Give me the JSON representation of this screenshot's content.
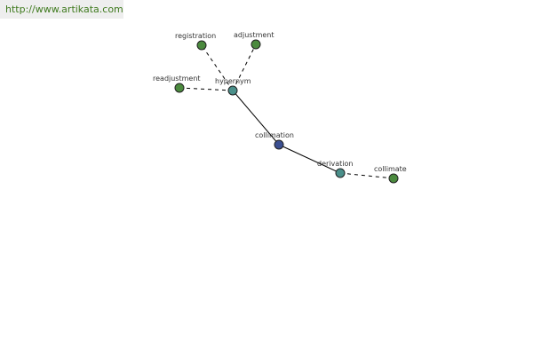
{
  "watermark": {
    "text": "http://www.artikata.com"
  },
  "colors": {
    "center": "#3b4f91",
    "intermediate": "#4a8f8a",
    "leaf": "#4b8a3e",
    "watermark_text": "#3f7a1e"
  },
  "graph": {
    "nodes": [
      {
        "id": "collimation",
        "label": "collimation",
        "kind": "center"
      },
      {
        "id": "hypernym",
        "label": "hypernym",
        "kind": "intermediate"
      },
      {
        "id": "derivation",
        "label": "derivation",
        "kind": "intermediate"
      },
      {
        "id": "registration",
        "label": "registration",
        "kind": "leaf"
      },
      {
        "id": "adjustment",
        "label": "adjustment",
        "kind": "leaf"
      },
      {
        "id": "readjustment",
        "label": "readjustment",
        "kind": "leaf"
      },
      {
        "id": "collimate",
        "label": "collimate",
        "kind": "leaf"
      }
    ],
    "edges": [
      {
        "from": "collimation",
        "to": "hypernym",
        "style": "solid"
      },
      {
        "from": "collimation",
        "to": "derivation",
        "style": "solid"
      },
      {
        "from": "hypernym",
        "to": "registration",
        "style": "dashed"
      },
      {
        "from": "hypernym",
        "to": "adjustment",
        "style": "dashed"
      },
      {
        "from": "hypernym",
        "to": "readjustment",
        "style": "dashed"
      },
      {
        "from": "derivation",
        "to": "collimate",
        "style": "dashed"
      }
    ]
  }
}
